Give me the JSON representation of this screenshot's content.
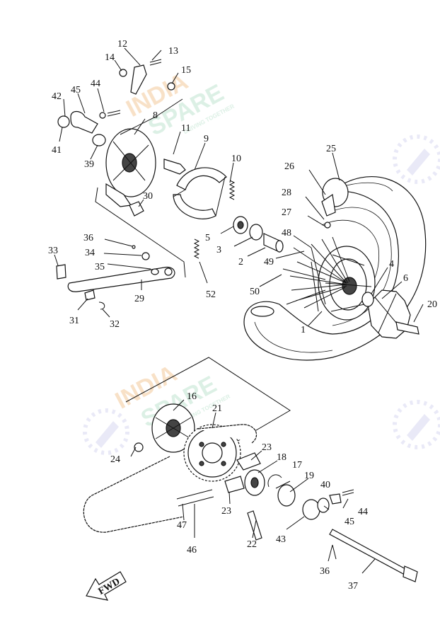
{
  "watermark": {
    "word1": "INDIA",
    "word2": "SPARE",
    "tagline": "DRIVING TOGETHER",
    "color1": "#f3c89a",
    "color2": "#bfe3cf",
    "icon_color": "#d8d8f0"
  },
  "fwd_label": "FWD",
  "callouts": [
    {
      "id": "c12",
      "text": "12"
    },
    {
      "id": "c13",
      "text": "13"
    },
    {
      "id": "c14",
      "text": "14"
    },
    {
      "id": "c15",
      "text": "15"
    },
    {
      "id": "c42",
      "text": "42"
    },
    {
      "id": "c45a",
      "text": "45"
    },
    {
      "id": "c44a",
      "text": "44"
    },
    {
      "id": "c8",
      "text": "8"
    },
    {
      "id": "c41",
      "text": "41"
    },
    {
      "id": "c11",
      "text": "11"
    },
    {
      "id": "c9",
      "text": "9"
    },
    {
      "id": "c39",
      "text": "39"
    },
    {
      "id": "c10",
      "text": "10"
    },
    {
      "id": "c25",
      "text": "25"
    },
    {
      "id": "c26",
      "text": "26"
    },
    {
      "id": "c30",
      "text": "30"
    },
    {
      "id": "c28",
      "text": "28"
    },
    {
      "id": "c27",
      "text": "27"
    },
    {
      "id": "c5",
      "text": "5"
    },
    {
      "id": "c48",
      "text": "48"
    },
    {
      "id": "c36a",
      "text": "36"
    },
    {
      "id": "c3",
      "text": "3"
    },
    {
      "id": "c33",
      "text": "33"
    },
    {
      "id": "c34",
      "text": "34"
    },
    {
      "id": "c2",
      "text": "2"
    },
    {
      "id": "c49",
      "text": "49"
    },
    {
      "id": "c35",
      "text": "35"
    },
    {
      "id": "c4",
      "text": "4"
    },
    {
      "id": "c6",
      "text": "6"
    },
    {
      "id": "c50",
      "text": "50"
    },
    {
      "id": "c52",
      "text": "52"
    },
    {
      "id": "c29",
      "text": "29"
    },
    {
      "id": "c20",
      "text": "20"
    },
    {
      "id": "c31",
      "text": "31"
    },
    {
      "id": "c32",
      "text": "32"
    },
    {
      "id": "c1",
      "text": "1"
    },
    {
      "id": "c16",
      "text": "16"
    },
    {
      "id": "c21",
      "text": "21"
    },
    {
      "id": "c24",
      "text": "24"
    },
    {
      "id": "c23a",
      "text": "23"
    },
    {
      "id": "c18",
      "text": "18"
    },
    {
      "id": "c17",
      "text": "17"
    },
    {
      "id": "c19",
      "text": "19"
    },
    {
      "id": "c40",
      "text": "40"
    },
    {
      "id": "c44b",
      "text": "44"
    },
    {
      "id": "c23b",
      "text": "23"
    },
    {
      "id": "c45b",
      "text": "45"
    },
    {
      "id": "c47",
      "text": "47"
    },
    {
      "id": "c22",
      "text": "22"
    },
    {
      "id": "c43",
      "text": "43"
    },
    {
      "id": "c46",
      "text": "46"
    },
    {
      "id": "c36b",
      "text": "36"
    },
    {
      "id": "c37",
      "text": "37"
    }
  ]
}
